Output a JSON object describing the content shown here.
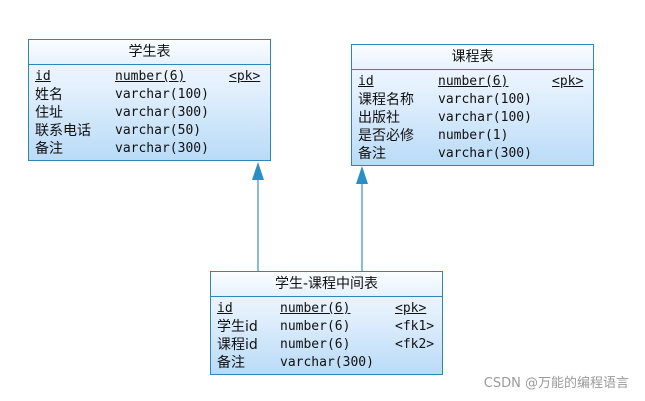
{
  "entities": [
    {
      "name": "学生表",
      "rows": [
        {
          "field": "id",
          "type": "number(6)",
          "key": "<pk>",
          "pk": true
        },
        {
          "field": "姓名",
          "type": "varchar(100)",
          "key": ""
        },
        {
          "field": "住址",
          "type": "varchar(300)",
          "key": ""
        },
        {
          "field": "联系电话",
          "type": "varchar(50)",
          "key": ""
        },
        {
          "field": "备注",
          "type": "varchar(300)",
          "key": ""
        }
      ]
    },
    {
      "name": "课程表",
      "rows": [
        {
          "field": "id",
          "type": "number(6)",
          "key": "<pk>",
          "pk": true
        },
        {
          "field": "课程名称",
          "type": "varchar(100)",
          "key": ""
        },
        {
          "field": "出版社",
          "type": "varchar(100)",
          "key": ""
        },
        {
          "field": "是否必修",
          "type": "number(1)",
          "key": ""
        },
        {
          "field": "备注",
          "type": "varchar(300)",
          "key": ""
        }
      ]
    },
    {
      "name": "学生-课程中间表",
      "rows": [
        {
          "field": "id",
          "type": "number(6)",
          "key": "<pk>",
          "pk": true
        },
        {
          "field": "学生id",
          "type": "number(6)",
          "key": "<fk1>"
        },
        {
          "field": "课程id",
          "type": "number(6)",
          "key": "<fk2>"
        },
        {
          "field": "备注",
          "type": "varchar(300)",
          "key": ""
        }
      ]
    }
  ],
  "relationships": [
    {
      "from": "学生-课程中间表",
      "to": "学生表"
    },
    {
      "from": "学生-课程中间表",
      "to": "课程表"
    }
  ],
  "watermark": "CSDN @万能的编程语言",
  "colors": {
    "border": "#2f86b8",
    "connector": "#3a8fc0",
    "arrow": "#2b8fc7"
  }
}
